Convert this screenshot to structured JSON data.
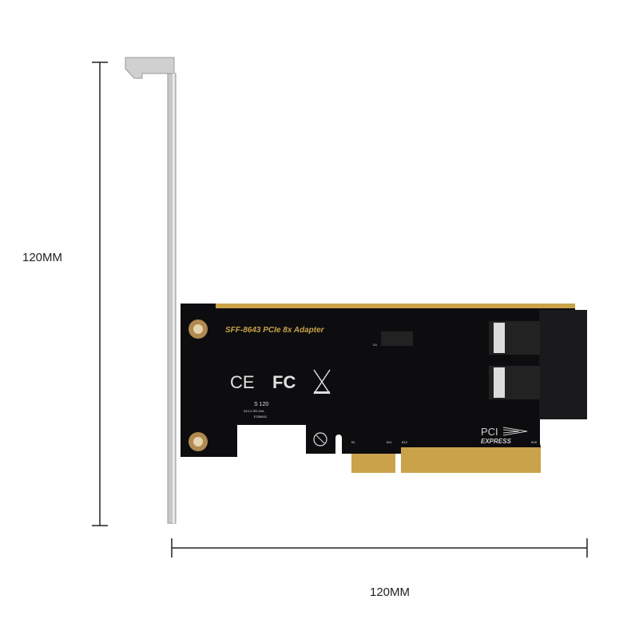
{
  "dimensions": {
    "height_label": "120MM",
    "width_label": "120MM"
  },
  "card": {
    "silkscreen_title": "SFF-8643 PCIe 8x Adapter",
    "cert_marks": [
      "CE",
      "FC"
    ],
    "small_print": [
      "S 120",
      "94V-0 SR-02A",
      "E338602"
    ],
    "pin_labels": [
      "B1",
      "B11",
      "B12",
      "B49"
    ],
    "logo_text": "PCI",
    "logo_subtext": "EXPRESS",
    "component_label": "U1"
  },
  "colors": {
    "pcb": "#0d0d0f",
    "gold": "#c9a24a",
    "silkscreen": "#d8d8d8",
    "title_text": "#c9a24a",
    "bracket": "#c8c8c8"
  }
}
